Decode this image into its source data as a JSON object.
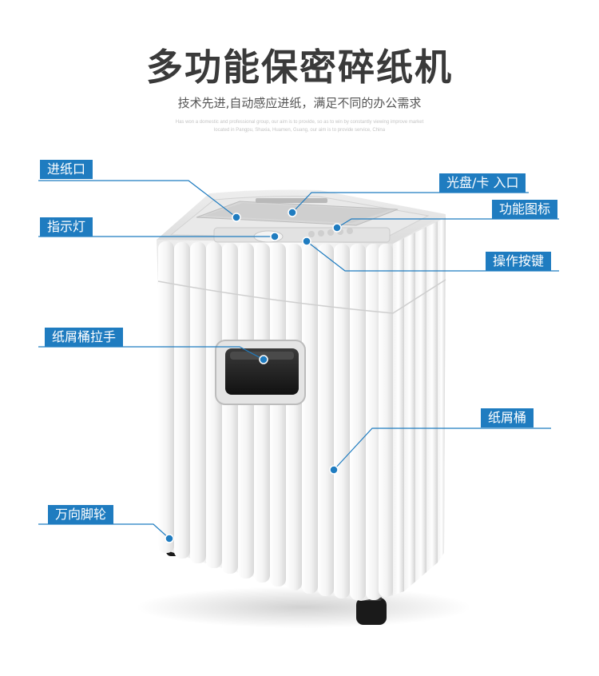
{
  "header": {
    "title": "多功能保密碎纸机",
    "subtitle": "技术先进,自动感应进纸，满足不同的办公需求",
    "fine_print_line1": "Has won a domestic and professional group, our aim is to provide, so as to win by constantly viewing improve market",
    "fine_print_line2": "located in Pangpu, Shaxia, Huamen, Guang, our aim is to provide service, China"
  },
  "callouts": {
    "paper_inlet": "进纸口",
    "indicator_light": "指示灯",
    "cd_card_slot": "光盘/卡 入口",
    "function_icons": "功能图标",
    "operation_buttons": "操作按键",
    "bin_handle": "纸屑桶拉手",
    "waste_bin": "纸屑桶",
    "casters": "万向脚轮"
  },
  "colors": {
    "accent": "#1f7cc0",
    "title": "#3a3a3a",
    "body": "#f7f7f7"
  }
}
